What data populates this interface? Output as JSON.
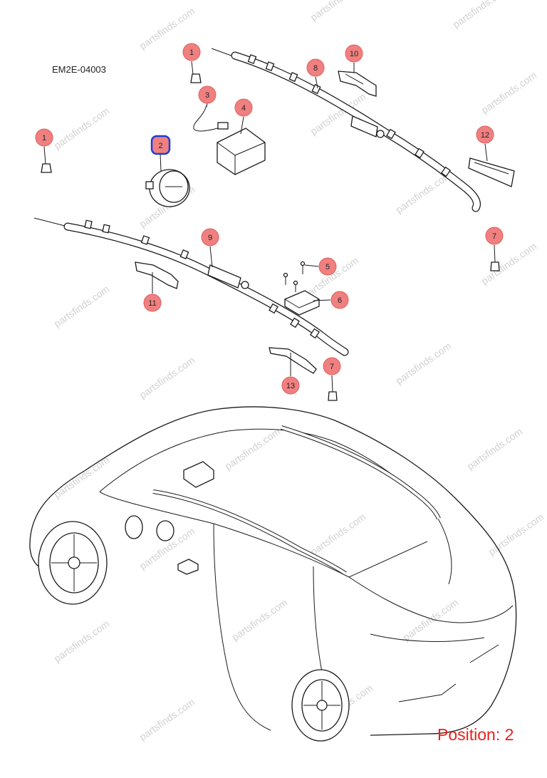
{
  "diagram_code": "EM2E-04003",
  "position_text": "Position: 2",
  "watermark": "partsfinds.com",
  "colors": {
    "callout_fill": "#f08080",
    "callout_stroke": "#e35d5d",
    "selected_stroke": "#1a3fd6",
    "position_text": "#e8211c"
  },
  "callouts": [
    {
      "id": "c1a",
      "label": "1"
    },
    {
      "id": "c1b",
      "label": "1"
    },
    {
      "id": "c2",
      "label": "2",
      "selected": true
    },
    {
      "id": "c3",
      "label": "3"
    },
    {
      "id": "c4",
      "label": "4"
    },
    {
      "id": "c5",
      "label": "5"
    },
    {
      "id": "c6",
      "label": "6"
    },
    {
      "id": "c7a",
      "label": "7"
    },
    {
      "id": "c7b",
      "label": "7"
    },
    {
      "id": "c8",
      "label": "8"
    },
    {
      "id": "c9",
      "label": "9"
    },
    {
      "id": "c10",
      "label": "10"
    },
    {
      "id": "c11",
      "label": "11"
    },
    {
      "id": "c12",
      "label": "12"
    },
    {
      "id": "c13",
      "label": "13"
    }
  ]
}
